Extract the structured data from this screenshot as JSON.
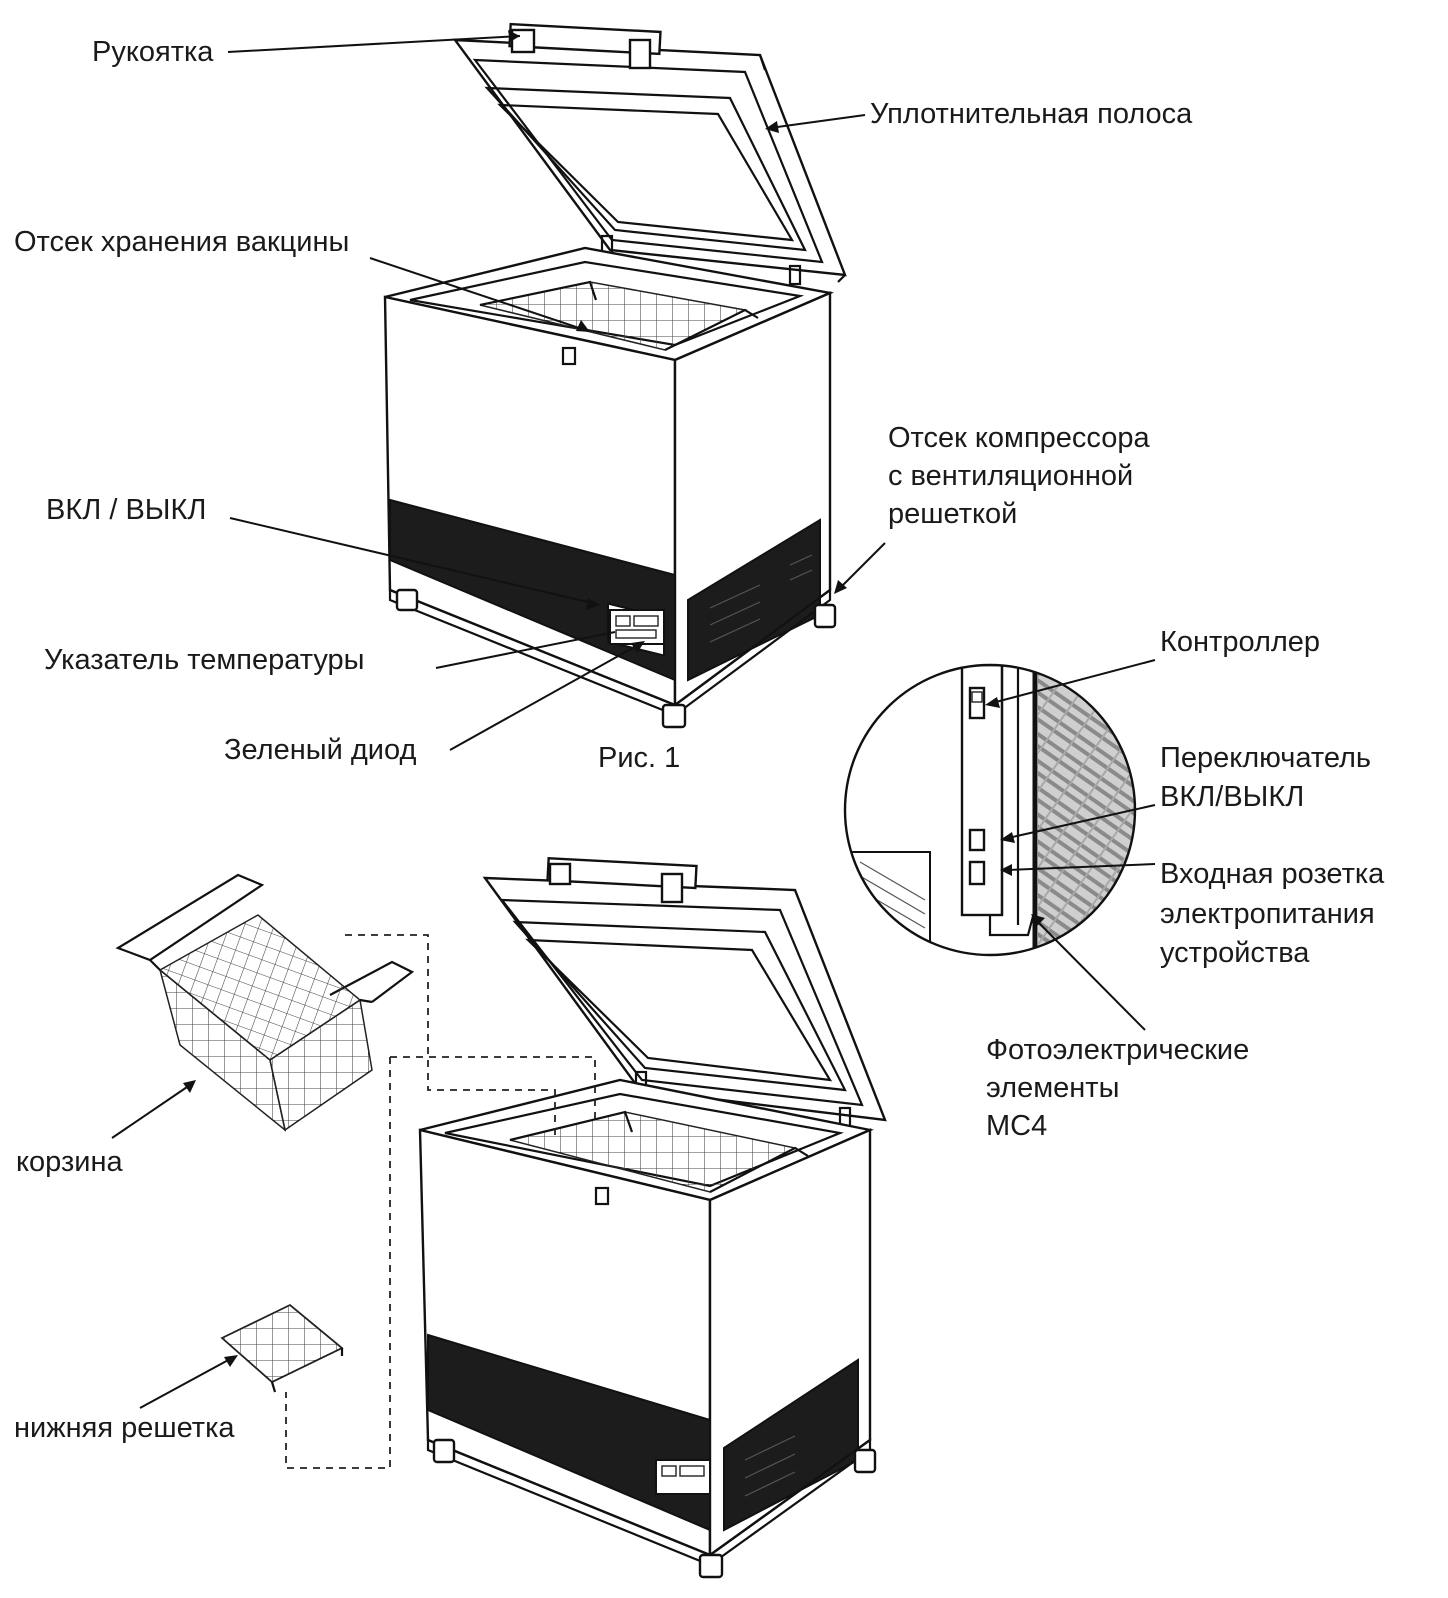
{
  "labels": {
    "handle": "Рукоятка",
    "seal_strip": "Уплотнительная полоса",
    "vaccine_compartment": "Отсек хранения вакцины",
    "compressor_line1": "Отсек компрессора",
    "compressor_line2": "с вентиляционной",
    "compressor_line3": "решеткой",
    "on_off": "ВКЛ / ВЫКЛ",
    "temp_indicator": "Указатель температуры",
    "green_diode": "Зеленый диод",
    "figure_caption": "Рис. 1",
    "controller": "Контроллер",
    "switch_line1": "Переключатель",
    "switch_line2": "ВКЛ/ВЫКЛ",
    "socket_line1": "Входная розетка",
    "socket_line2": "электропитания",
    "socket_line3": "устройства",
    "pv_line1": "Фотоэлектрические",
    "pv_line2": "элементы",
    "pv_line3": "МС4",
    "basket": "корзина",
    "bottom_grate": "нижняя решетка"
  },
  "colors": {
    "ink": "#111111",
    "band": "#1c1c1c",
    "paper": "#ffffff"
  }
}
